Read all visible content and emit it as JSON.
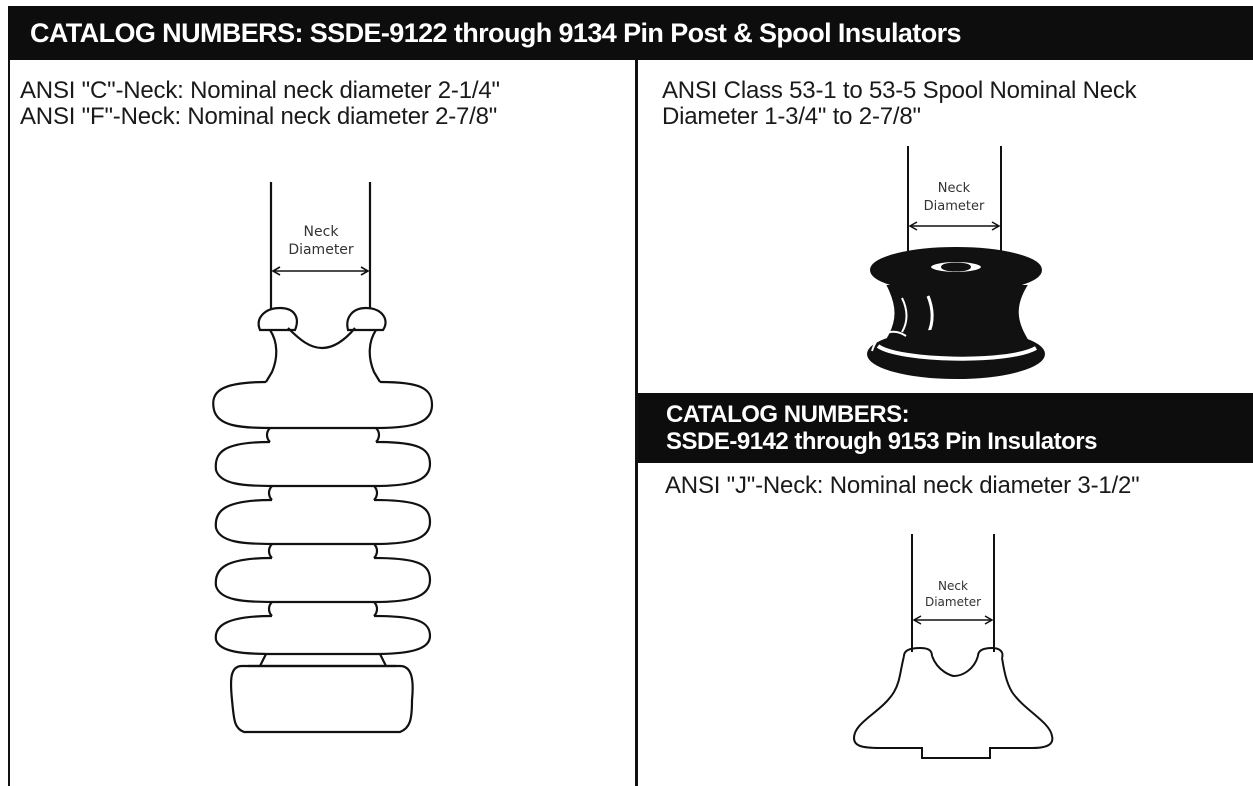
{
  "header": {
    "title": "CATALOG NUMBERS: SSDE-9122 through 9134 Pin  Post & Spool Insulators"
  },
  "left_panel": {
    "line1": "ANSI \"C\"-Neck: Nominal neck diameter 2-1/4\"",
    "line2": "ANSI \"F\"-Neck: Nominal neck diameter 2-7/8\"",
    "diagram_label_1": "Neck",
    "diagram_label_2": "Diameter"
  },
  "right_top_panel": {
    "line1": "ANSI Class 53-1 to 53-5 Spool Nominal Neck",
    "line2": "Diameter 1-3/4\" to 2-7/8\"",
    "diagram_label_1": "Neck",
    "diagram_label_2": "Diameter"
  },
  "sub_header": {
    "line1": "CATALOG NUMBERS:",
    "line2": "SSDE-9142 through 9153  Pin Insulators"
  },
  "right_bottom_panel": {
    "line1": "ANSI \"J\"-Neck: Nominal neck diameter 3-1/2\"",
    "diagram_label_1": "Neck",
    "diagram_label_2": "Diameter"
  },
  "colors": {
    "header_bg": "#0d0d0d",
    "header_text": "#ffffff",
    "line": "#111111"
  }
}
